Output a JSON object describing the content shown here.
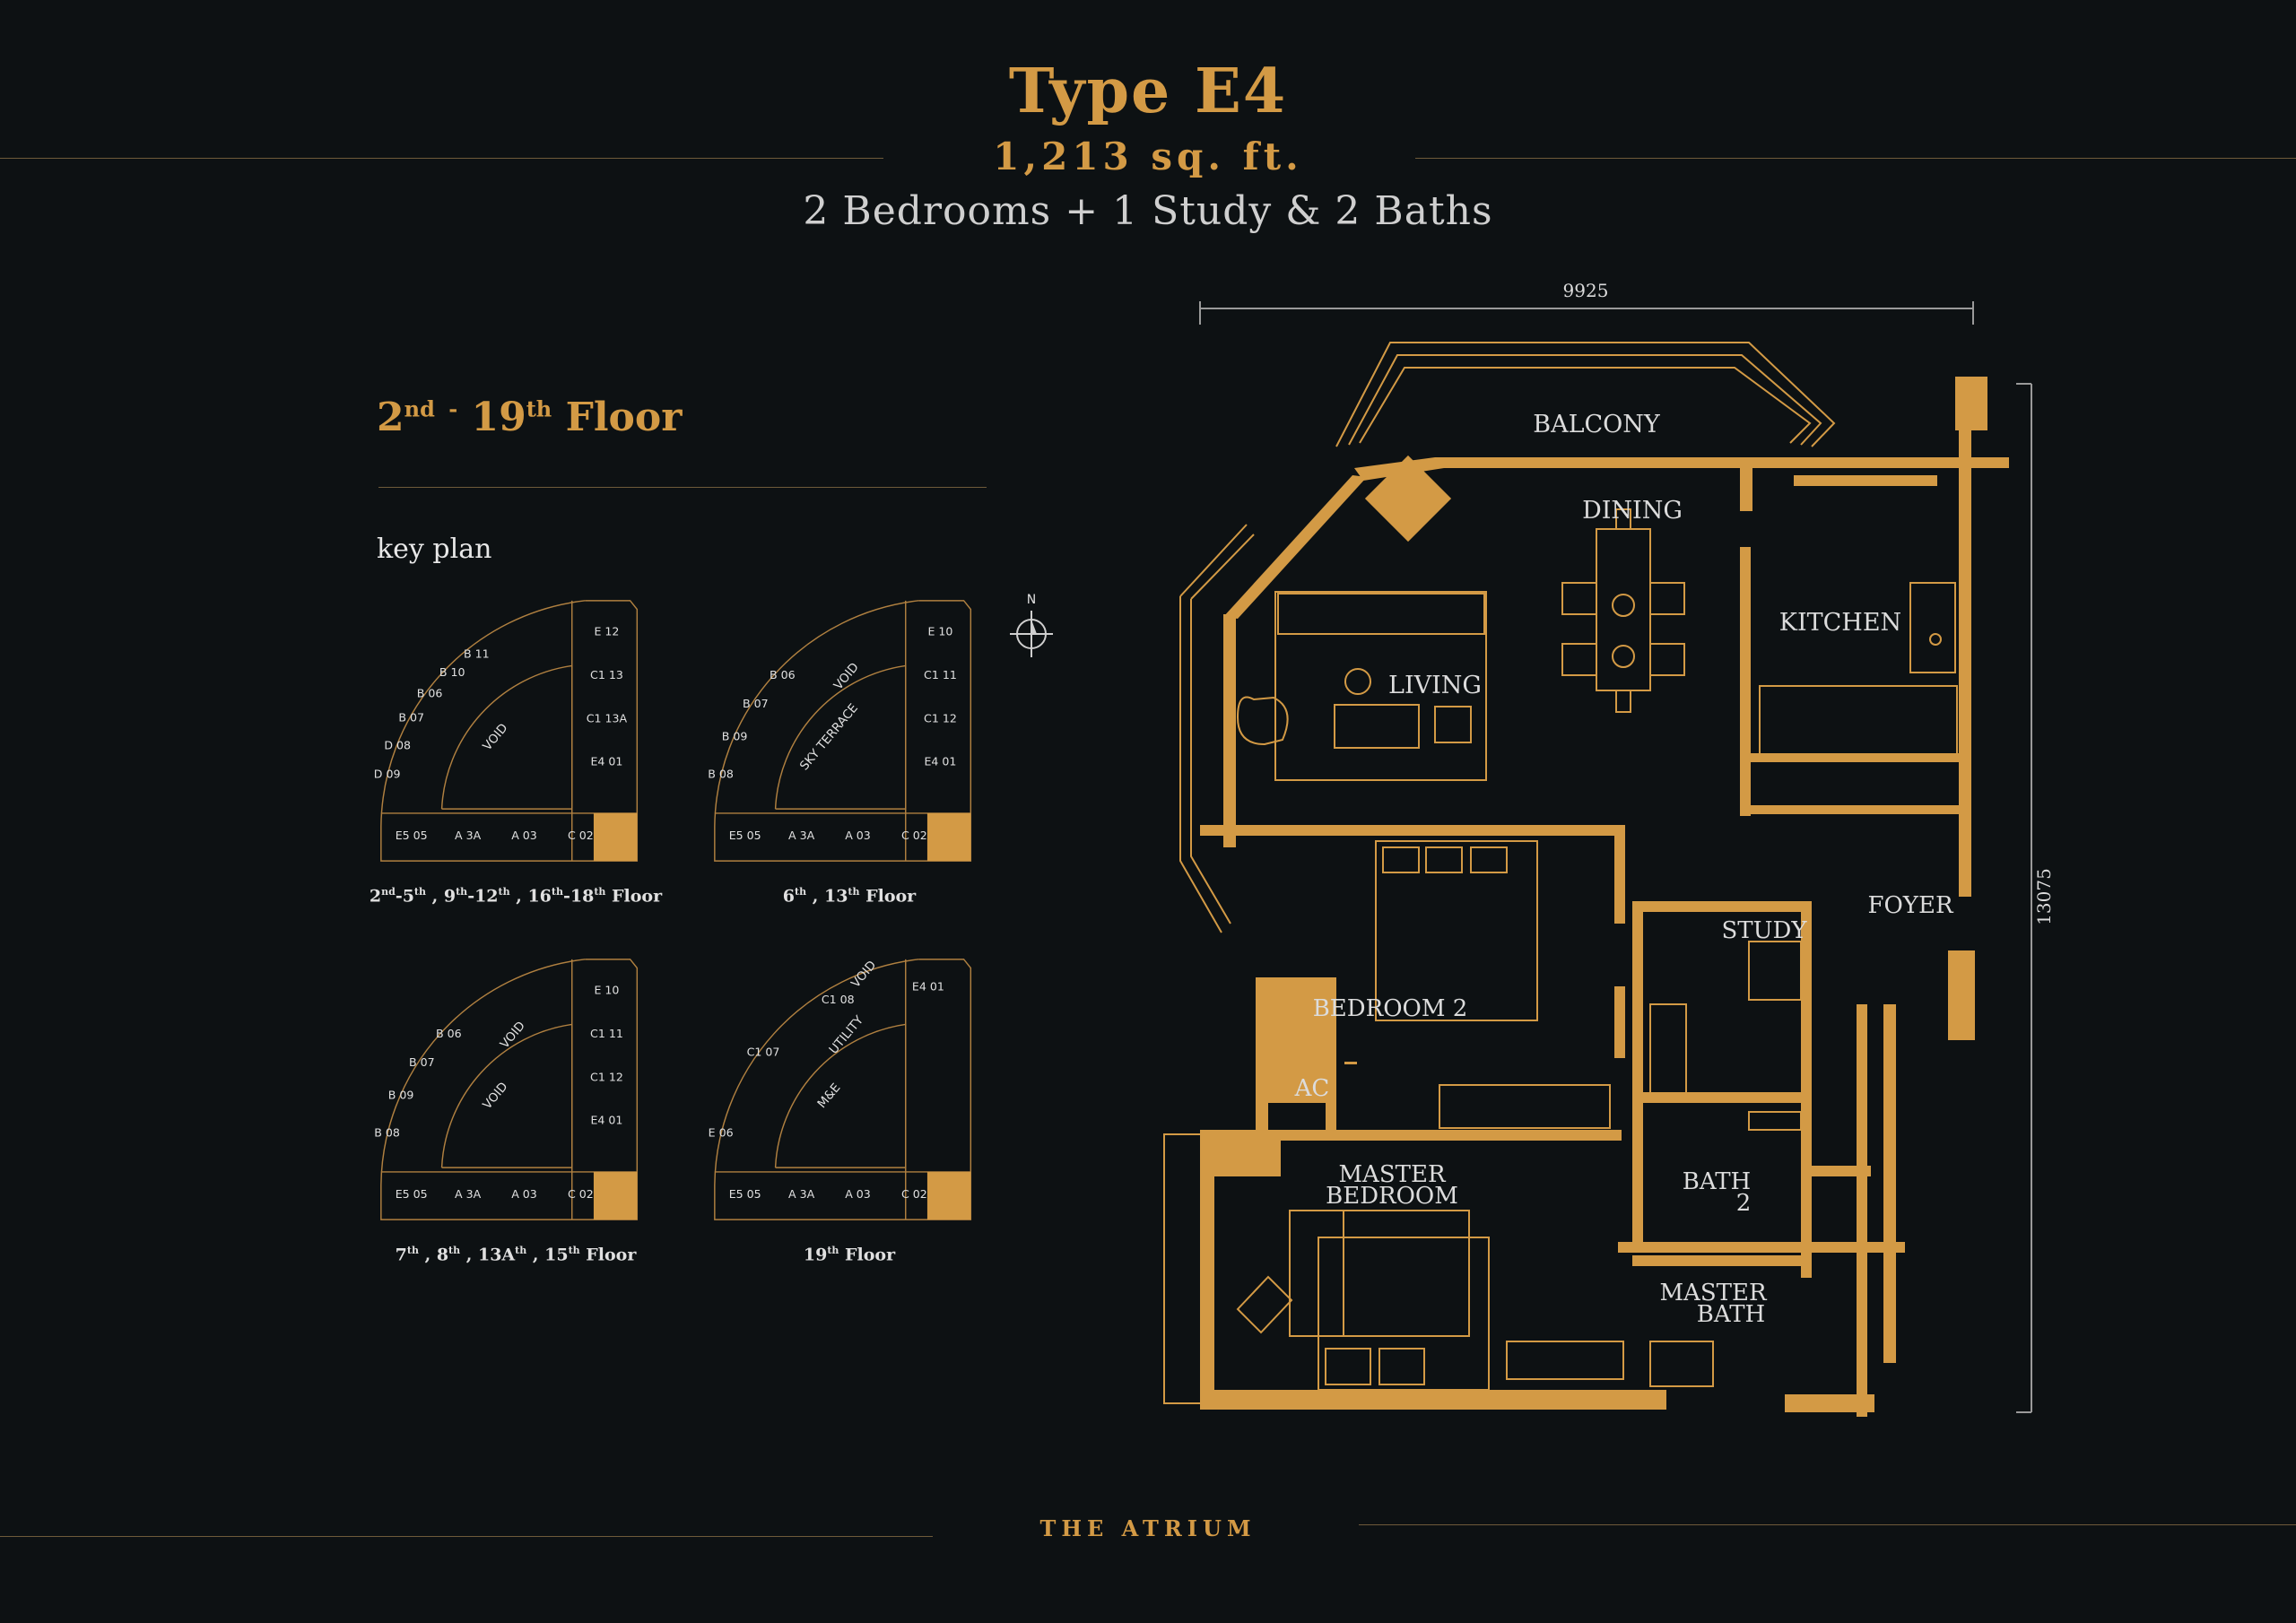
{
  "header": {
    "unit_type": "Type E4",
    "area": "1,213 sq. ft.",
    "configuration": "2 Bedrooms + 1 Study & 2 Baths"
  },
  "floor_range": {
    "from": "2",
    "from_suffix": "nd",
    "separator": "-",
    "to": "19",
    "to_suffix": "th",
    "word": "Floor"
  },
  "key_plan": {
    "label": "key plan",
    "compass": "N",
    "plans": [
      {
        "caption_parts": [
          [
            "2",
            "nd"
          ],
          [
            "-5",
            "th"
          ],
          [
            " , 9",
            "th"
          ],
          [
            "-12",
            "th"
          ],
          [
            " , 16",
            "th"
          ],
          [
            "-18",
            "th"
          ],
          [
            " Floor",
            ""
          ]
        ],
        "units": [
          "D 09",
          "D 08",
          "B 07",
          "B 06",
          "B 10",
          "B 11",
          "E 12",
          "C1 13",
          "C1 13A",
          "E4 01",
          "E5 05",
          "A 3A",
          "A 03",
          "C 02"
        ],
        "labels": [
          "VOID"
        ]
      },
      {
        "caption_parts": [
          [
            "6",
            "th"
          ],
          [
            " , 13",
            "th"
          ],
          [
            " Floor",
            ""
          ]
        ],
        "units": [
          "B 08",
          "B 09",
          "B 07",
          "B 06",
          "E 10",
          "C1 11",
          "C1 12",
          "E4 01",
          "E5 05",
          "A 3A",
          "A 03",
          "C 02"
        ],
        "labels": [
          "SKY TERRACE",
          "VOID"
        ]
      },
      {
        "caption_parts": [
          [
            "7",
            "th"
          ],
          [
            " , 8",
            "th"
          ],
          [
            " , 13A",
            "th"
          ],
          [
            " , 15",
            "th"
          ],
          [
            " Floor",
            ""
          ]
        ],
        "units": [
          "B 08",
          "B 09",
          "B 07",
          "B 06",
          "E 10",
          "C1 11",
          "C1 12",
          "E4 01",
          "E5 05",
          "A 3A",
          "A 03",
          "C 02"
        ],
        "labels": [
          "VOID",
          "VOID"
        ]
      },
      {
        "caption_parts": [
          [
            "19",
            "th"
          ],
          [
            " Floor",
            ""
          ]
        ],
        "units": [
          "E 06",
          "C1 07",
          "C1 08",
          "E4 01",
          "E5 05",
          "A 3A",
          "A 03",
          "C 02"
        ],
        "labels": [
          "M&E",
          "UTILITY",
          "VOID"
        ]
      }
    ]
  },
  "floor_plan": {
    "width_dim": "9925",
    "height_dim": "13075",
    "rooms": {
      "balcony": "BALCONY",
      "dining": "DINING",
      "kitchen": "KITCHEN",
      "living": "LIVING",
      "bedroom2": "BEDROOM 2",
      "ac": "AC",
      "study": "STUDY",
      "foyer": "FOYER",
      "master_bedroom_1": "MASTER",
      "master_bedroom_2": "BEDROOM",
      "bath2_1": "BATH",
      "bath2_2": "2",
      "master_bath_1": "MASTER",
      "master_bath_2": "BATH"
    }
  },
  "footer": {
    "project": "THE ATRIUM"
  },
  "colors": {
    "background": "#0d1113",
    "gold": "#d39a45",
    "rule": "#6e5a3a",
    "text": "#cfcfcf"
  }
}
